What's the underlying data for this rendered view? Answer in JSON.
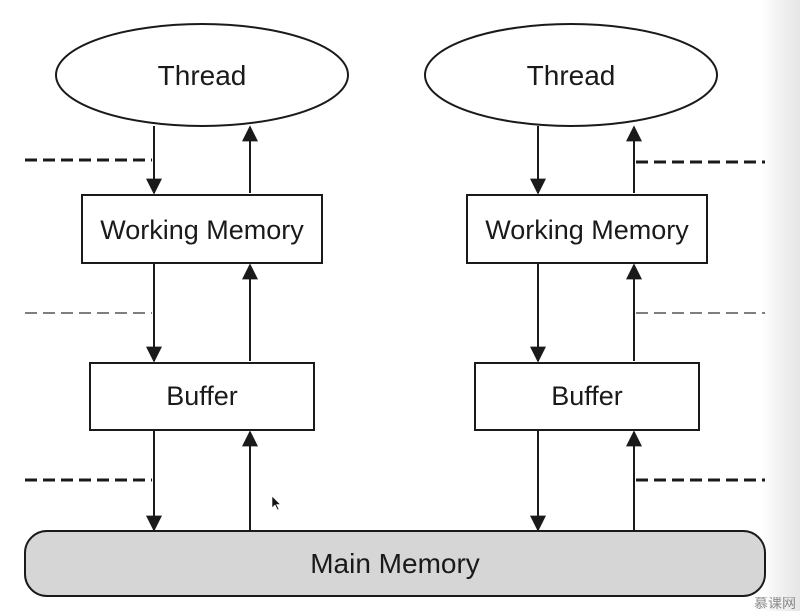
{
  "nodes": {
    "thread_left": "Thread",
    "thread_right": "Thread",
    "working_memory_left": "Working Memory",
    "working_memory_right": "Working Memory",
    "buffer_left": "Buffer",
    "buffer_right": "Buffer",
    "main_memory": "Main Memory"
  },
  "watermark": "慕课网",
  "colors": {
    "stroke": "#1a1a1a",
    "box_fill": "#ffffff",
    "main_memory_fill": "#d6d6d6"
  }
}
